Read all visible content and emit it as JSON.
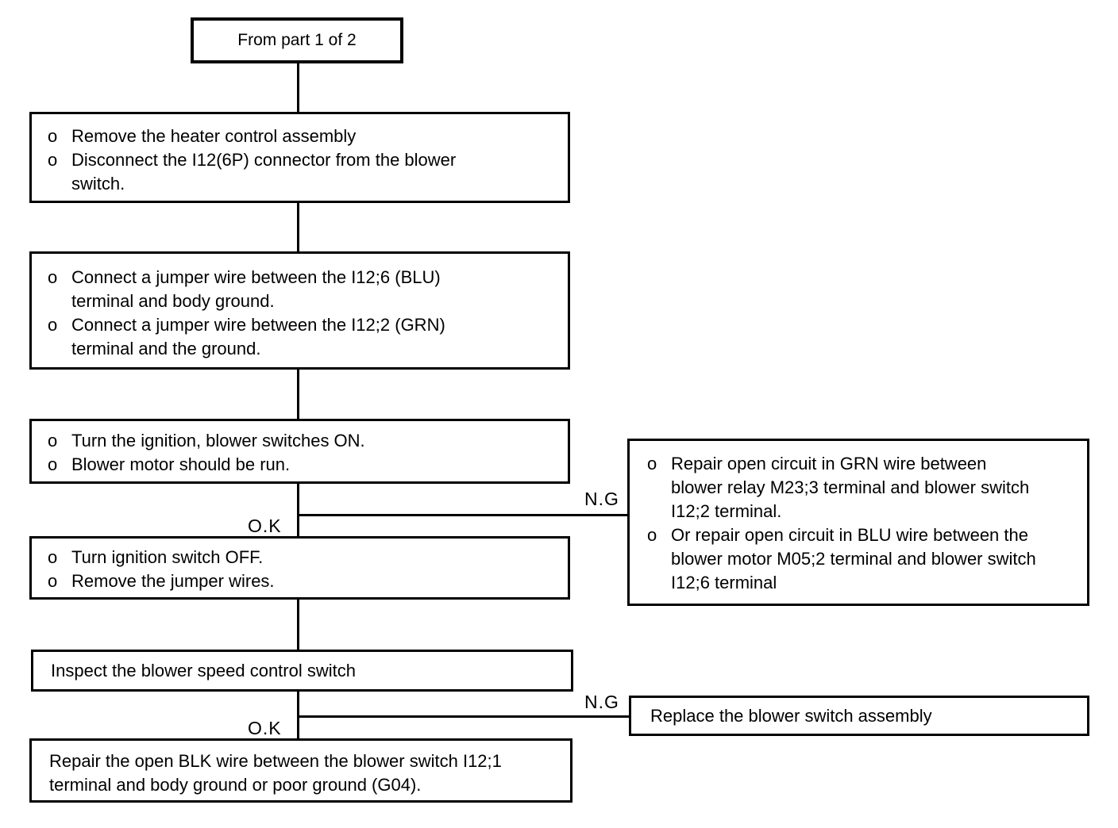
{
  "flowchart": {
    "start_label": "From part 1 of 2",
    "ok_label": "O.K",
    "ng_label": "N.G",
    "bullet_char": "o",
    "remove_heater": {
      "items": [
        {
          "lines": [
            "Remove the heater control assembly"
          ]
        },
        {
          "lines": [
            "Disconnect the I12(6P) connector from the blower",
            "switch."
          ]
        }
      ]
    },
    "jumper_wires": {
      "items": [
        {
          "lines": [
            "Connect a jumper wire between the I12;6 (BLU)",
            "terminal and body ground."
          ]
        },
        {
          "lines": [
            "Connect a jumper wire between the I12;2 (GRN)",
            "terminal and the ground."
          ]
        }
      ]
    },
    "ignition_on": {
      "items": [
        {
          "lines": [
            "Turn the ignition, blower switches ON."
          ]
        },
        {
          "lines": [
            "Blower motor should be run."
          ]
        }
      ]
    },
    "repair_open_circuit": {
      "items": [
        {
          "lines": [
            "Repair open circuit in GRN wire between",
            "blower relay M23;3 terminal and blower switch",
            "I12;2 terminal."
          ]
        },
        {
          "lines": [
            "Or repair open circuit in BLU wire between the",
            "blower motor M05;2 terminal and blower switch",
            "I12;6 terminal"
          ]
        }
      ]
    },
    "ignition_off": {
      "items": [
        {
          "lines": [
            "Turn ignition switch OFF."
          ]
        },
        {
          "lines": [
            "Remove the jumper wires."
          ]
        }
      ]
    },
    "inspect_label": "Inspect the blower speed control switch",
    "replace_label": "Replace the blower switch assembly",
    "repair_blk": {
      "lines": [
        "Repair the open BLK wire between the blower switch I12;1",
        "terminal and body ground or poor ground (G04)."
      ]
    }
  }
}
